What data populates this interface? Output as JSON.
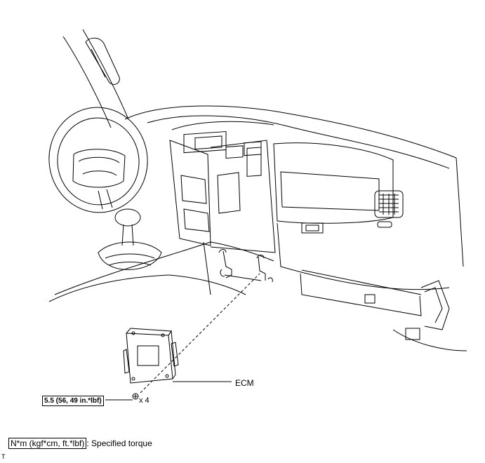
{
  "torque_callout": "5.5 (56, 49 in.*lbf)",
  "quantity": "x 4",
  "component_label": "ECM",
  "legend": {
    "unit": "N*m (kgf*cm, ft.*lbf)",
    "description": ": Specified torque"
  },
  "corner_code": "T"
}
